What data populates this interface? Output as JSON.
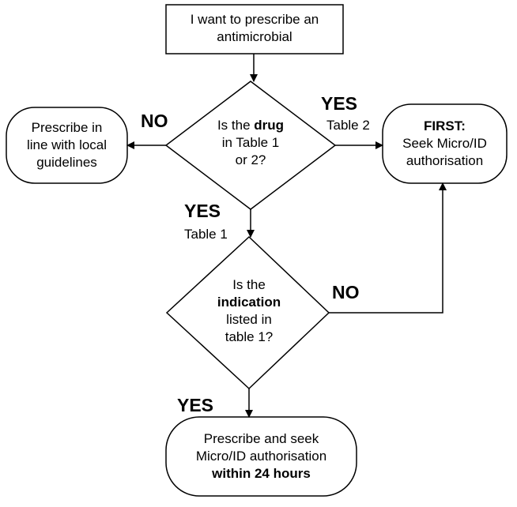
{
  "diagram": {
    "start": {
      "line1": "I want to prescribe an",
      "line2": "antimicrobial"
    },
    "decision_drug": {
      "pre": "Is the ",
      "bold": "drug",
      "line2": "in Table 1",
      "line3": "or 2?"
    },
    "local": {
      "line1": "Prescribe in",
      "line2": "line with local",
      "line3": "guidelines"
    },
    "first": {
      "bold": "FIRST:",
      "line2": "Seek Micro/ID",
      "line3": "authorisation"
    },
    "decision_indication": {
      "line1": "Is the",
      "bold": "indication",
      "line3": "listed in",
      "line4": "table 1?"
    },
    "final": {
      "line1": "Prescribe and seek",
      "line2": "Micro/ID authorisation",
      "bold": "within 24 hours"
    },
    "labels": {
      "no_left": "NO",
      "yes_right": "YES",
      "table2": "Table 2",
      "yes_down": "YES",
      "table1": "Table 1",
      "no_right": "NO",
      "yes_bottom": "YES"
    }
  }
}
